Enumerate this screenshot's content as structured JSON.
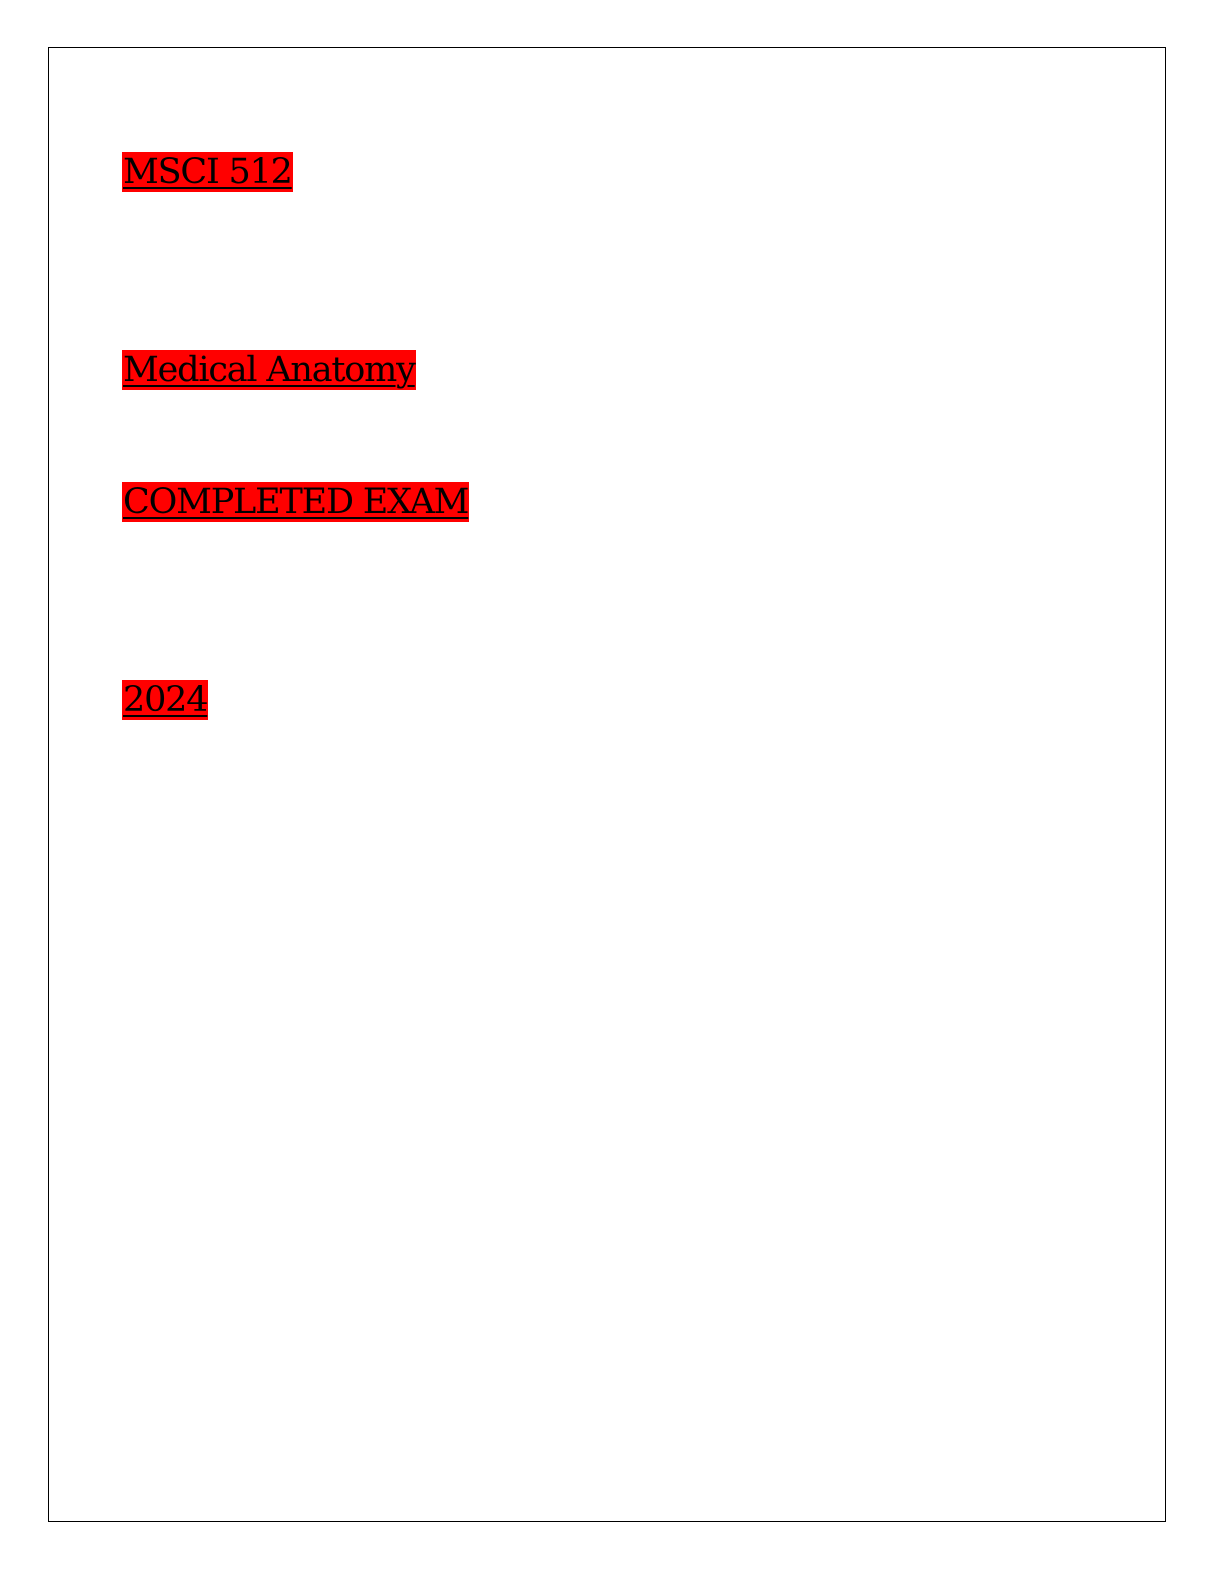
{
  "document": {
    "course_code": "MSCI 512",
    "course_title": "Medical Anatomy",
    "status": "COMPLETED EXAM",
    "year": "2024"
  },
  "colors": {
    "highlight": "#ff0000",
    "text": "#000000",
    "border": "#000000"
  }
}
